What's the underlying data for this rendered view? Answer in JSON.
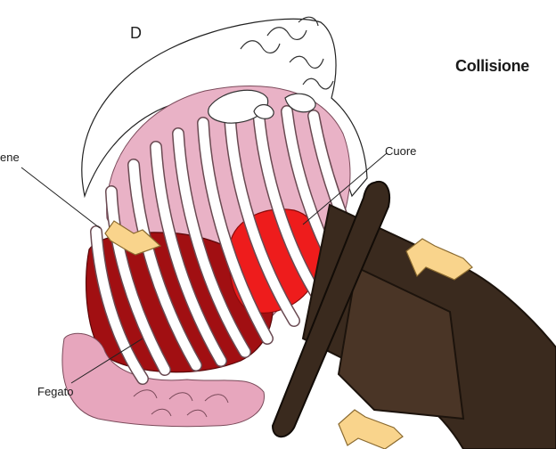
{
  "figure": {
    "panel_letter": "D",
    "title": "Collisione",
    "labels": {
      "heart": "Cuore",
      "kidney": "ene",
      "liver": "Fegato"
    },
    "colors": {
      "heart": "#ee1c1c",
      "liver": "#a10f12",
      "lung": "#e9b2c6",
      "ribs": "#ffffff",
      "steering_wheel": "#3a2a1e",
      "arrow": "#f9d48c"
    },
    "arrows": [
      "impact-arrow-upper",
      "impact-arrow-lower",
      "displacement-arrow"
    ]
  }
}
